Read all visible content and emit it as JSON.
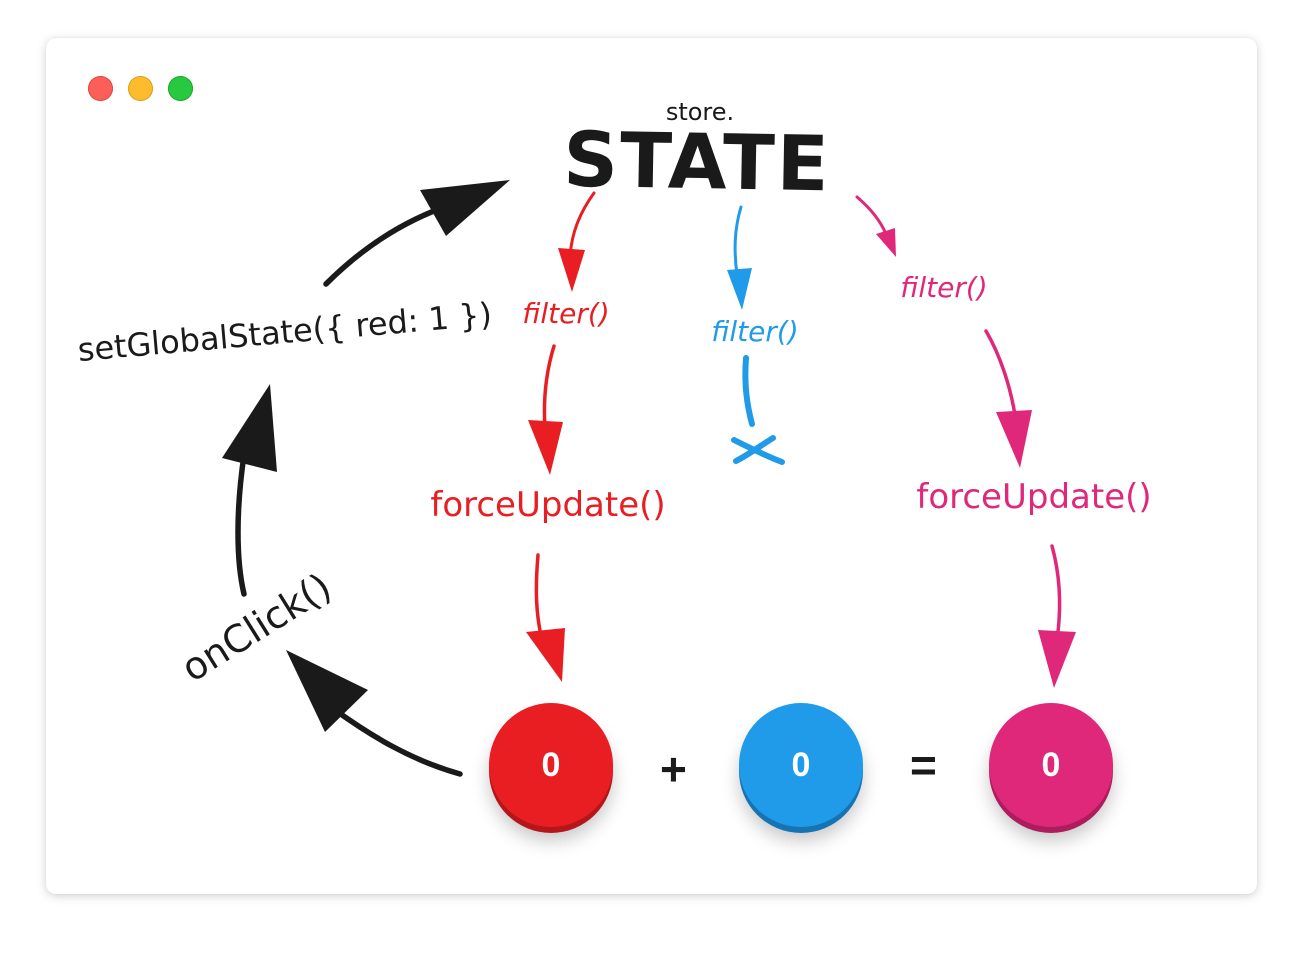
{
  "diagram": {
    "store_label": "store.",
    "state_label": "STATE",
    "set_state_label": "setGlobalState({ red: 1 })",
    "onclick_label": "onClick()",
    "red_filter_label": "filter()",
    "blue_filter_label": "filter()",
    "pink_filter_label": "filter()",
    "red_update_label": "forceUpdate()",
    "pink_update_label": "forceUpdate()"
  },
  "buttons": {
    "red_value": "0",
    "blue_value": "0",
    "pink_value": "0",
    "plus_symbol": "+",
    "equals_symbol": "="
  },
  "colors": {
    "red": "#e81e22",
    "blue": "#1f9be9",
    "pink": "#e0287a",
    "ink": "#1a1a1a"
  },
  "icons": {
    "window_controls": [
      "close-dot",
      "minimize-dot",
      "maximize-dot"
    ],
    "blocked_marker": "x-mark-icon"
  }
}
